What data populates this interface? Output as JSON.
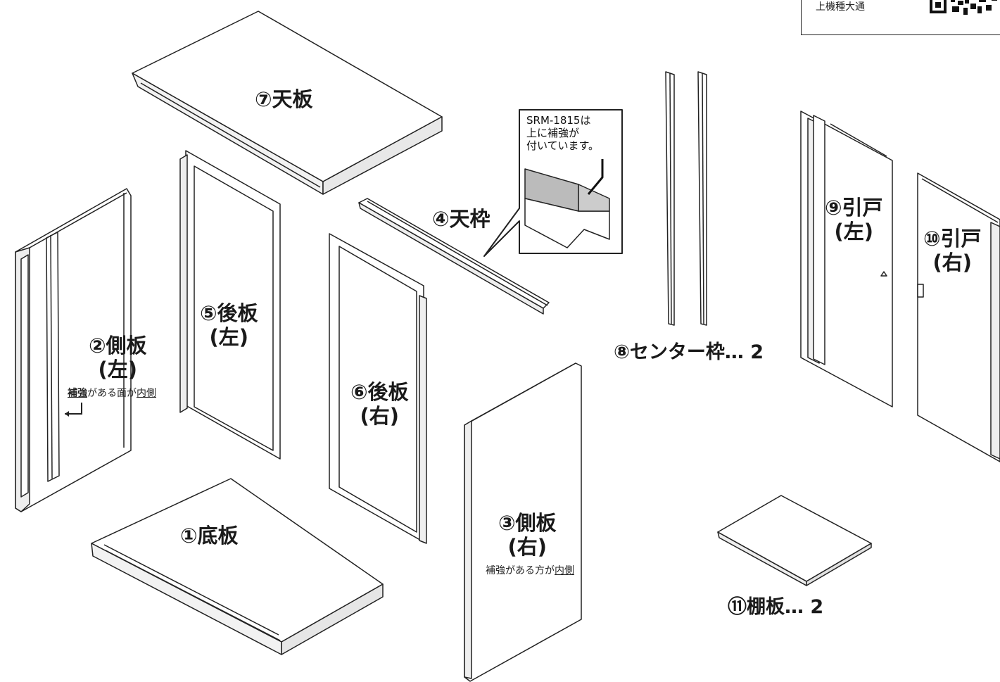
{
  "parts": {
    "p1": {
      "line1": "①底板"
    },
    "p2": {
      "line1": "②側板",
      "line2": "(左)",
      "note_reinforce": "補強",
      "note_mid": "がある面が",
      "note_inside": "内側"
    },
    "p3": {
      "line1": "③側板",
      "line2": "(右)",
      "note_pre": "補強がある方が",
      "note_inside": "内側"
    },
    "p4": {
      "line1": "④天枠"
    },
    "p5": {
      "line1": "⑤後板",
      "line2": "(左)"
    },
    "p6": {
      "line1": "⑥後板",
      "line2": "(右)"
    },
    "p7": {
      "line1": "⑦天板"
    },
    "p8": {
      "line1": "⑧センター枠… 2"
    },
    "p9": {
      "line1": "⑨引戸",
      "line2": "(左)"
    },
    "p10": {
      "line1": "⑩引戸",
      "line2": "(右)"
    },
    "p11": {
      "line1": "⑪棚板… 2"
    }
  },
  "callout": {
    "line1": "SRM-1815は",
    "line2": "上に補強が",
    "line3": "付いています。"
  },
  "qr_box": {
    "text": "上機種大通"
  }
}
